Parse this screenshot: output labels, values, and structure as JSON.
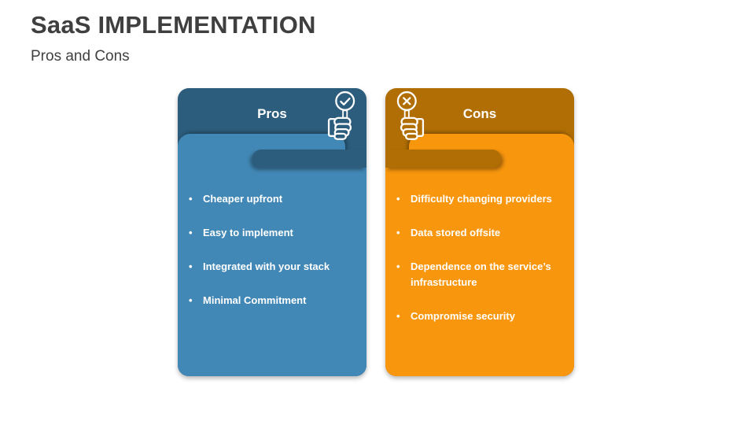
{
  "slide": {
    "title": "SaaS IMPLEMENTATION",
    "subtitle": "Pros and Cons"
  },
  "colors": {
    "slide_bg": "#ffffff",
    "title_text": "#3f3f3f",
    "subtitle_text": "#404040",
    "pros_header": "#2c5d7c",
    "pros_body": "#4288b6",
    "cons_header": "#b16e05",
    "cons_body": "#f8960d",
    "card_text": "#ffffff"
  },
  "pros_card": {
    "title": "Pros",
    "icon": "thumb-up-check-icon",
    "items": [
      "Cheaper upfront",
      "Easy to implement",
      "Integrated with your stack",
      "Minimal Commitment"
    ]
  },
  "cons_card": {
    "title": "Cons",
    "icon": "thumb-down-cross-icon",
    "items": [
      "Difficulty changing providers",
      "Data stored offsite",
      "Dependence on the service’s infrastructure",
      "Compromise security"
    ]
  }
}
